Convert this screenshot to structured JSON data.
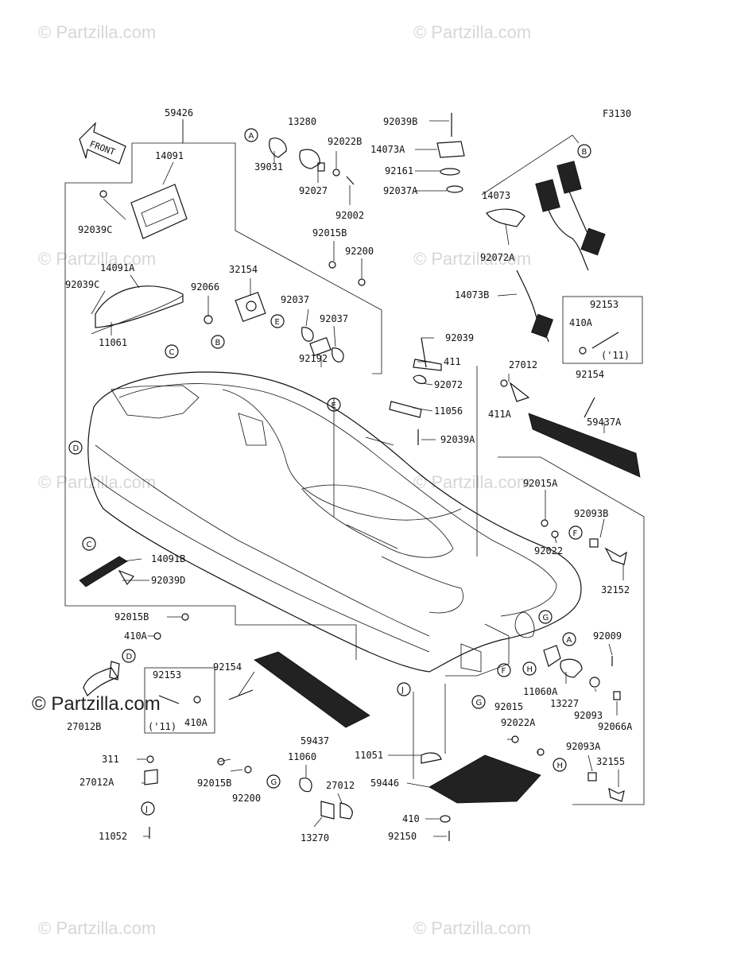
{
  "figure_code": "F3130",
  "front_label": "FRONT",
  "watermarks": [
    "© Partzilla.com",
    "© Partzilla.com",
    "© Partzilla.com",
    "© Partzilla.com",
    "© Partzilla.com",
    "© Partzilla.com",
    "© Partzilla.com",
    "© Partzilla.com"
  ],
  "watermark_dark": "© Partzilla.com",
  "labels": [
    {
      "id": "59426",
      "text": "59426"
    },
    {
      "id": "14091",
      "text": "14091"
    },
    {
      "id": "92039C",
      "text": "92039C"
    },
    {
      "id": "14091A",
      "text": "14091A"
    },
    {
      "id": "92039C-2",
      "text": "92039C"
    },
    {
      "id": "11061",
      "text": "11061"
    },
    {
      "id": "92066",
      "text": "92066"
    },
    {
      "id": "32154",
      "text": "32154"
    },
    {
      "id": "13280",
      "text": "13280"
    },
    {
      "id": "39031",
      "text": "39031"
    },
    {
      "id": "92022B",
      "text": "92022B"
    },
    {
      "id": "92027",
      "text": "92027"
    },
    {
      "id": "92002",
      "text": "92002"
    },
    {
      "id": "92015B",
      "text": "92015B"
    },
    {
      "id": "92200",
      "text": "92200"
    },
    {
      "id": "92037",
      "text": "92037"
    },
    {
      "id": "92037-2",
      "text": "92037"
    },
    {
      "id": "92192",
      "text": "92192"
    },
    {
      "id": "92039B",
      "text": "92039B"
    },
    {
      "id": "14073A",
      "text": "14073A"
    },
    {
      "id": "92161",
      "text": "92161"
    },
    {
      "id": "92037A",
      "text": "92037A"
    },
    {
      "id": "14073",
      "text": "14073"
    },
    {
      "id": "92072A",
      "text": "92072A"
    },
    {
      "id": "14073B",
      "text": "14073B"
    },
    {
      "id": "92153",
      "text": "92153"
    },
    {
      "id": "410A",
      "text": "410A"
    },
    {
      "id": "y11",
      "text": "('11)"
    },
    {
      "id": "92154",
      "text": "92154"
    },
    {
      "id": "92039",
      "text": "92039"
    },
    {
      "id": "411",
      "text": "411"
    },
    {
      "id": "92072",
      "text": "92072"
    },
    {
      "id": "27012",
      "text": "27012"
    },
    {
      "id": "411A",
      "text": "411A"
    },
    {
      "id": "11056",
      "text": "11056"
    },
    {
      "id": "59437A",
      "text": "59437A"
    },
    {
      "id": "92039A",
      "text": "92039A"
    },
    {
      "id": "92015A",
      "text": "92015A"
    },
    {
      "id": "92093B",
      "text": "92093B"
    },
    {
      "id": "92022",
      "text": "92022"
    },
    {
      "id": "32152",
      "text": "32152"
    },
    {
      "id": "14091B",
      "text": "14091B"
    },
    {
      "id": "92039D",
      "text": "92039D"
    },
    {
      "id": "92015B-2",
      "text": "92015B"
    },
    {
      "id": "410A-2",
      "text": "410A"
    },
    {
      "id": "92009",
      "text": "92009"
    },
    {
      "id": "92154-2",
      "text": "92154"
    },
    {
      "id": "92153-2",
      "text": "92153"
    },
    {
      "id": "410A-3",
      "text": "410A"
    },
    {
      "id": "y11-2",
      "text": "('11)"
    },
    {
      "id": "27012B",
      "text": "27012B"
    },
    {
      "id": "11060A",
      "text": "11060A"
    },
    {
      "id": "13227",
      "text": "13227"
    },
    {
      "id": "92093",
      "text": "92093"
    },
    {
      "id": "92066A",
      "text": "92066A"
    },
    {
      "id": "92015",
      "text": "92015"
    },
    {
      "id": "92022A",
      "text": "92022A"
    },
    {
      "id": "92093A",
      "text": "92093A"
    },
    {
      "id": "32155",
      "text": "32155"
    },
    {
      "id": "59437",
      "text": "59437"
    },
    {
      "id": "311",
      "text": "311"
    },
    {
      "id": "27012A",
      "text": "27012A"
    },
    {
      "id": "11052",
      "text": "11052"
    },
    {
      "id": "92015B-3",
      "text": "92015B"
    },
    {
      "id": "92200-2",
      "text": "92200"
    },
    {
      "id": "11060",
      "text": "11060"
    },
    {
      "id": "27012-2",
      "text": "27012"
    },
    {
      "id": "13270",
      "text": "13270"
    },
    {
      "id": "11051",
      "text": "11051"
    },
    {
      "id": "59446",
      "text": "59446"
    },
    {
      "id": "410",
      "text": "410"
    },
    {
      "id": "92150",
      "text": "92150"
    }
  ],
  "callouts": [
    "A",
    "A",
    "B",
    "B",
    "C",
    "C",
    "D",
    "D",
    "E",
    "E",
    "F",
    "F",
    "G",
    "G",
    "G",
    "H",
    "H",
    "J",
    "J"
  ]
}
